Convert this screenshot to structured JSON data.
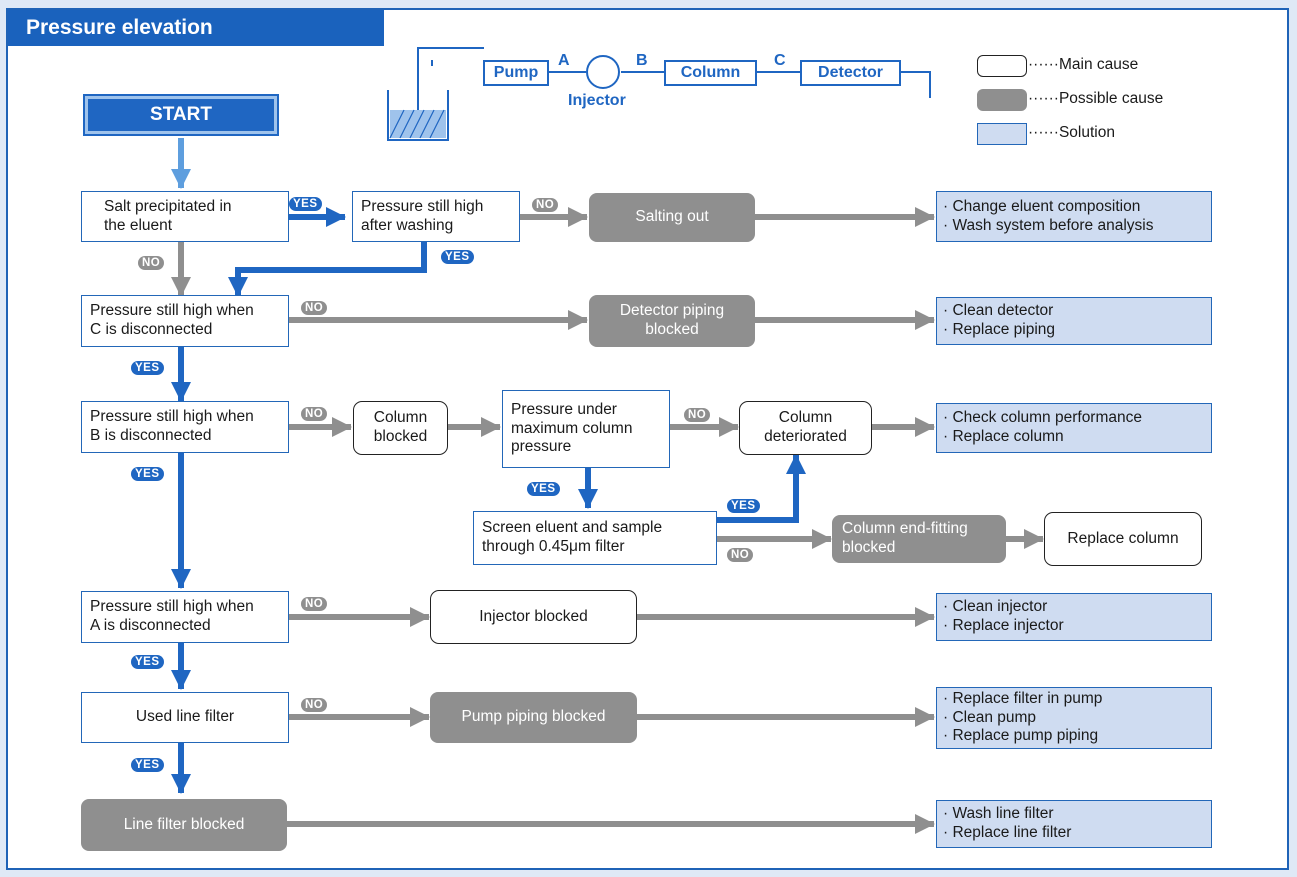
{
  "title": "Pressure elevation",
  "start": "START",
  "schematic": {
    "pump": "Pump",
    "injector": "Injector",
    "column": "Column",
    "detector": "Detector",
    "point_a": "A",
    "point_b": "B",
    "point_c": "C"
  },
  "legend": {
    "main": "······Main cause",
    "possible": "······Possible cause",
    "solution": "······Solution"
  },
  "labels": {
    "yes": "YES",
    "no": "NO"
  },
  "nodes": {
    "q_salt": [
      "Salt precipitated in",
      "the eluent"
    ],
    "q_wash": [
      "Pressure still high",
      "after washing"
    ],
    "salting_out": [
      "Salting out"
    ],
    "sol_salting": [
      "· Change eluent composition",
      "· Wash system before analysis"
    ],
    "q_c": [
      "Pressure still high when",
      "C is disconnected"
    ],
    "detector_blocked": [
      "Detector piping",
      "blocked"
    ],
    "sol_detector": [
      "· Clean detector",
      "· Replace piping"
    ],
    "q_b": [
      "Pressure still high when",
      "B is disconnected"
    ],
    "column_blocked": [
      "Column",
      "blocked"
    ],
    "q_max": [
      "Pressure under",
      "maximum column",
      "pressure"
    ],
    "column_deteriorated": [
      "Column",
      "deteriorated"
    ],
    "sol_column": [
      "· Check column performance",
      "· Replace column"
    ],
    "q_screen": [
      "Screen eluent and sample",
      "through 0.45μm filter"
    ],
    "endfitting_blocked": [
      "Column end-fitting",
      "blocked"
    ],
    "replace_column": [
      "Replace column"
    ],
    "q_a": [
      "Pressure still high when",
      "A is disconnected"
    ],
    "injector_blocked": [
      "Injector blocked"
    ],
    "sol_injector": [
      "· Clean injector",
      "· Replace injector"
    ],
    "q_linefilter": [
      "Used line filter"
    ],
    "pump_blocked": [
      "Pump piping blocked"
    ],
    "sol_pump": [
      "· Replace filter in pump",
      "· Clean pump",
      "· Replace pump piping"
    ],
    "linefilter_blocked": [
      "Line filter blocked"
    ],
    "sol_linefilter": [
      "· Wash line filter",
      "· Replace line filter"
    ]
  },
  "colors": {
    "blue": "#1f66c2",
    "gray": "#8f8f8f",
    "solution_fill": "#cfdcf1",
    "background": "#dfe9f6"
  }
}
